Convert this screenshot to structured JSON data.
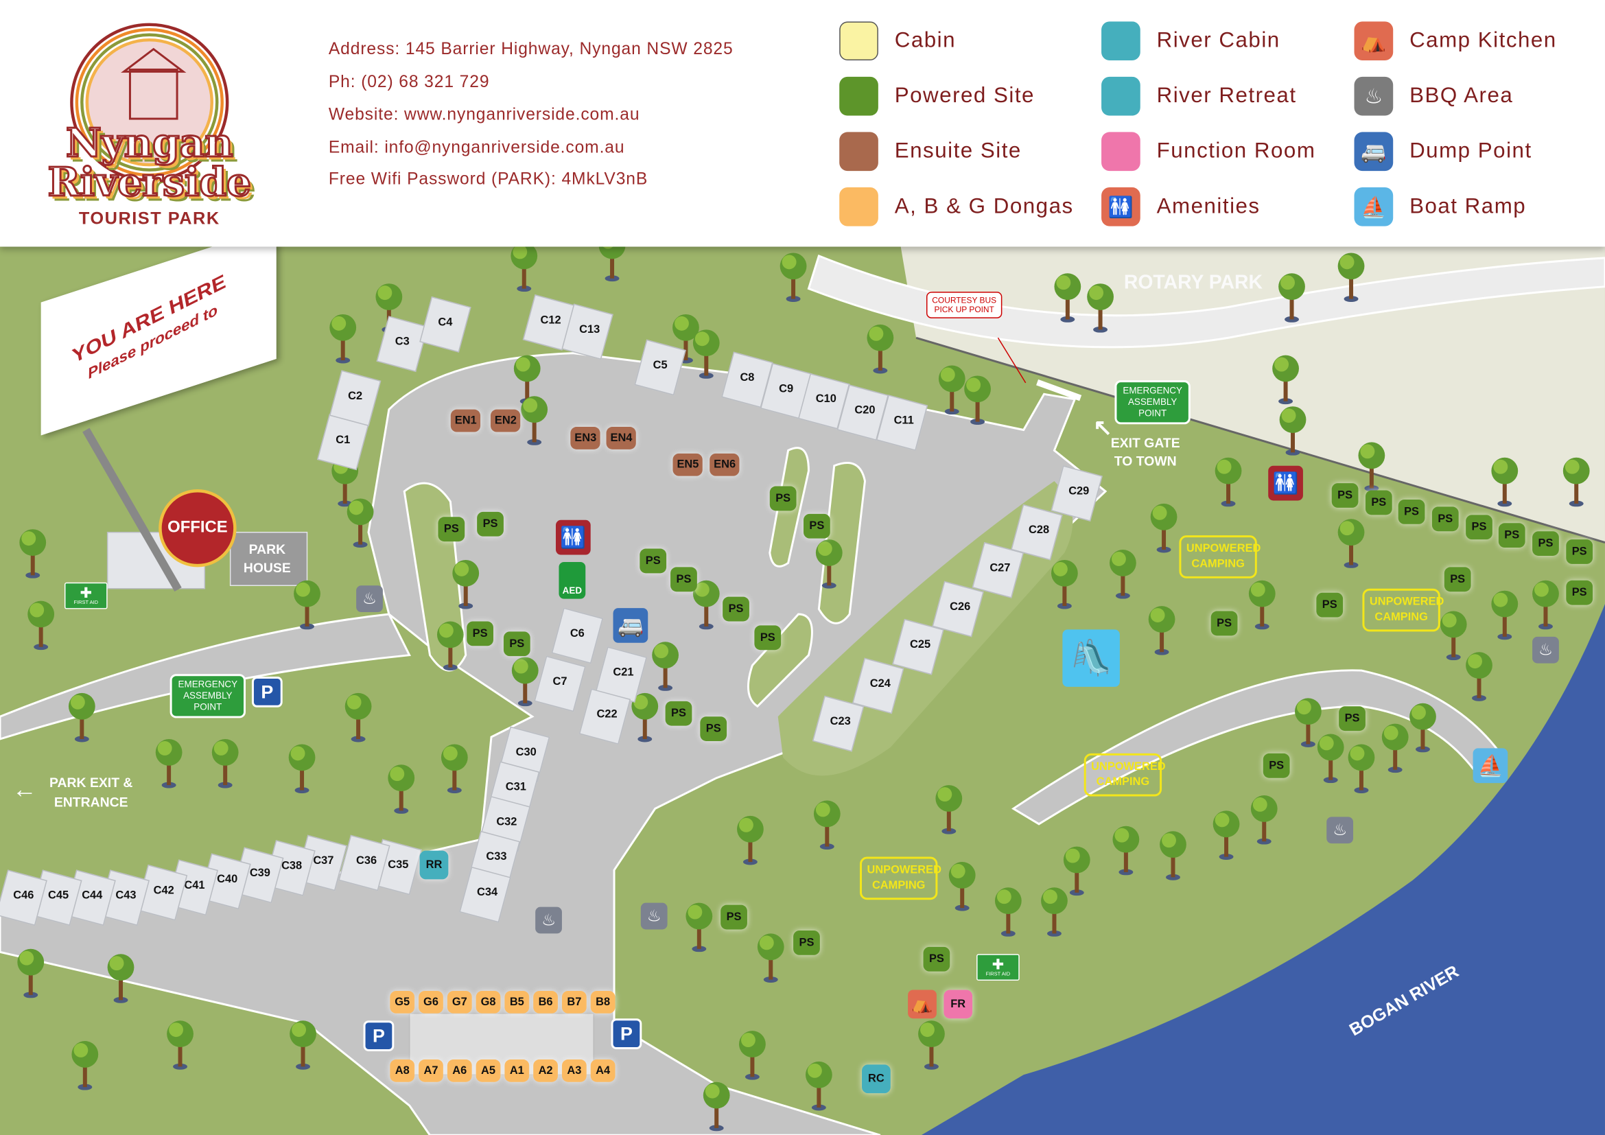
{
  "logo": {
    "line1": "Nyngan",
    "line2": "Riverside",
    "tagline": "TOURIST PARK"
  },
  "contact": {
    "address": "Address: 145 Barrier Highway, Nyngan NSW 2825",
    "phone": "Ph: (02) 68 321 729",
    "website": "Website: www.nynganriverside.com.au",
    "email": "Email: info@nynganriverside.com.au",
    "wifi": "Free Wifi Password (PARK): 4MkLV3nB"
  },
  "legend": [
    {
      "label": "Cabin",
      "color": "#faf3a3",
      "icon": "swatch"
    },
    {
      "label": "Powered Site",
      "color": "#5d952a",
      "icon": "swatch"
    },
    {
      "label": "Ensuite Site",
      "color": "#a9694d",
      "icon": "swatch"
    },
    {
      "label": "A, B & G Dongas",
      "color": "#fbba62",
      "icon": "swatch"
    },
    {
      "label": "River Cabin",
      "color": "#45afbd",
      "icon": "swatch"
    },
    {
      "label": "River Retreat",
      "color": "#45afbd",
      "icon": "swatch"
    },
    {
      "label": "Function Room",
      "color": "#ef76ab",
      "icon": "swatch"
    },
    {
      "label": "Amenities",
      "color": "#e06b50",
      "icon": "toilets-icon"
    },
    {
      "label": "Camp Kitchen",
      "color": "#e06b50",
      "icon": "picnic-table-icon"
    },
    {
      "label": "BBQ Area",
      "color": "#7c7c7c",
      "icon": "bbq-icon"
    },
    {
      "label": "Dump Point",
      "color": "#3b70b9",
      "icon": "dump-point-icon"
    },
    {
      "label": "Boat Ramp",
      "color": "#5bb6e6",
      "icon": "boat-ramp-icon"
    }
  ],
  "map": {
    "you_are_here": "YOU ARE HERE",
    "proceed": "Please proceed to",
    "office": "OFFICE",
    "park_house": "PARK HOUSE",
    "rotary_park": "ROTARY PARK",
    "courtesy_bus": "COURTESY BUS PICK UP POINT",
    "assembly_point": "EMERGENCY ASSEMBLY POINT",
    "exit_gate": "EXIT GATE TO TOWN",
    "park_exit": "PARK EXIT & ENTRANCE",
    "bogan_river": "BOGAN RIVER",
    "first_aid": "FIRST AID",
    "aed": "AED",
    "parking": "P",
    "unpowered": "UNPOWERED CAMPING",
    "cabins": [
      "C1",
      "C2",
      "C3",
      "C4",
      "C12",
      "C13",
      "C5",
      "C8",
      "C9",
      "C10",
      "C20",
      "C11",
      "C6",
      "C7",
      "C21",
      "C22",
      "C23",
      "C24",
      "C25",
      "C26",
      "C27",
      "C28",
      "C29",
      "C30",
      "C31",
      "C32",
      "C33",
      "C34",
      "C35",
      "C36",
      "C37",
      "C38",
      "C39",
      "C40",
      "C41",
      "C42",
      "C43",
      "C44",
      "C45",
      "C46"
    ],
    "ensuites": [
      "EN1",
      "EN2",
      "EN3",
      "EN4",
      "EN5",
      "EN6"
    ],
    "dongas_top": [
      "G5",
      "G6",
      "G7",
      "G8",
      "B5",
      "B6",
      "B7",
      "B8"
    ],
    "dongas_bottom": [
      "A8",
      "A7",
      "A6",
      "A5",
      "A1",
      "A2",
      "A3",
      "A4"
    ],
    "powered_site": "PS",
    "river_retreat": "RR",
    "river_cabin": "RC",
    "function_room": "FR"
  }
}
